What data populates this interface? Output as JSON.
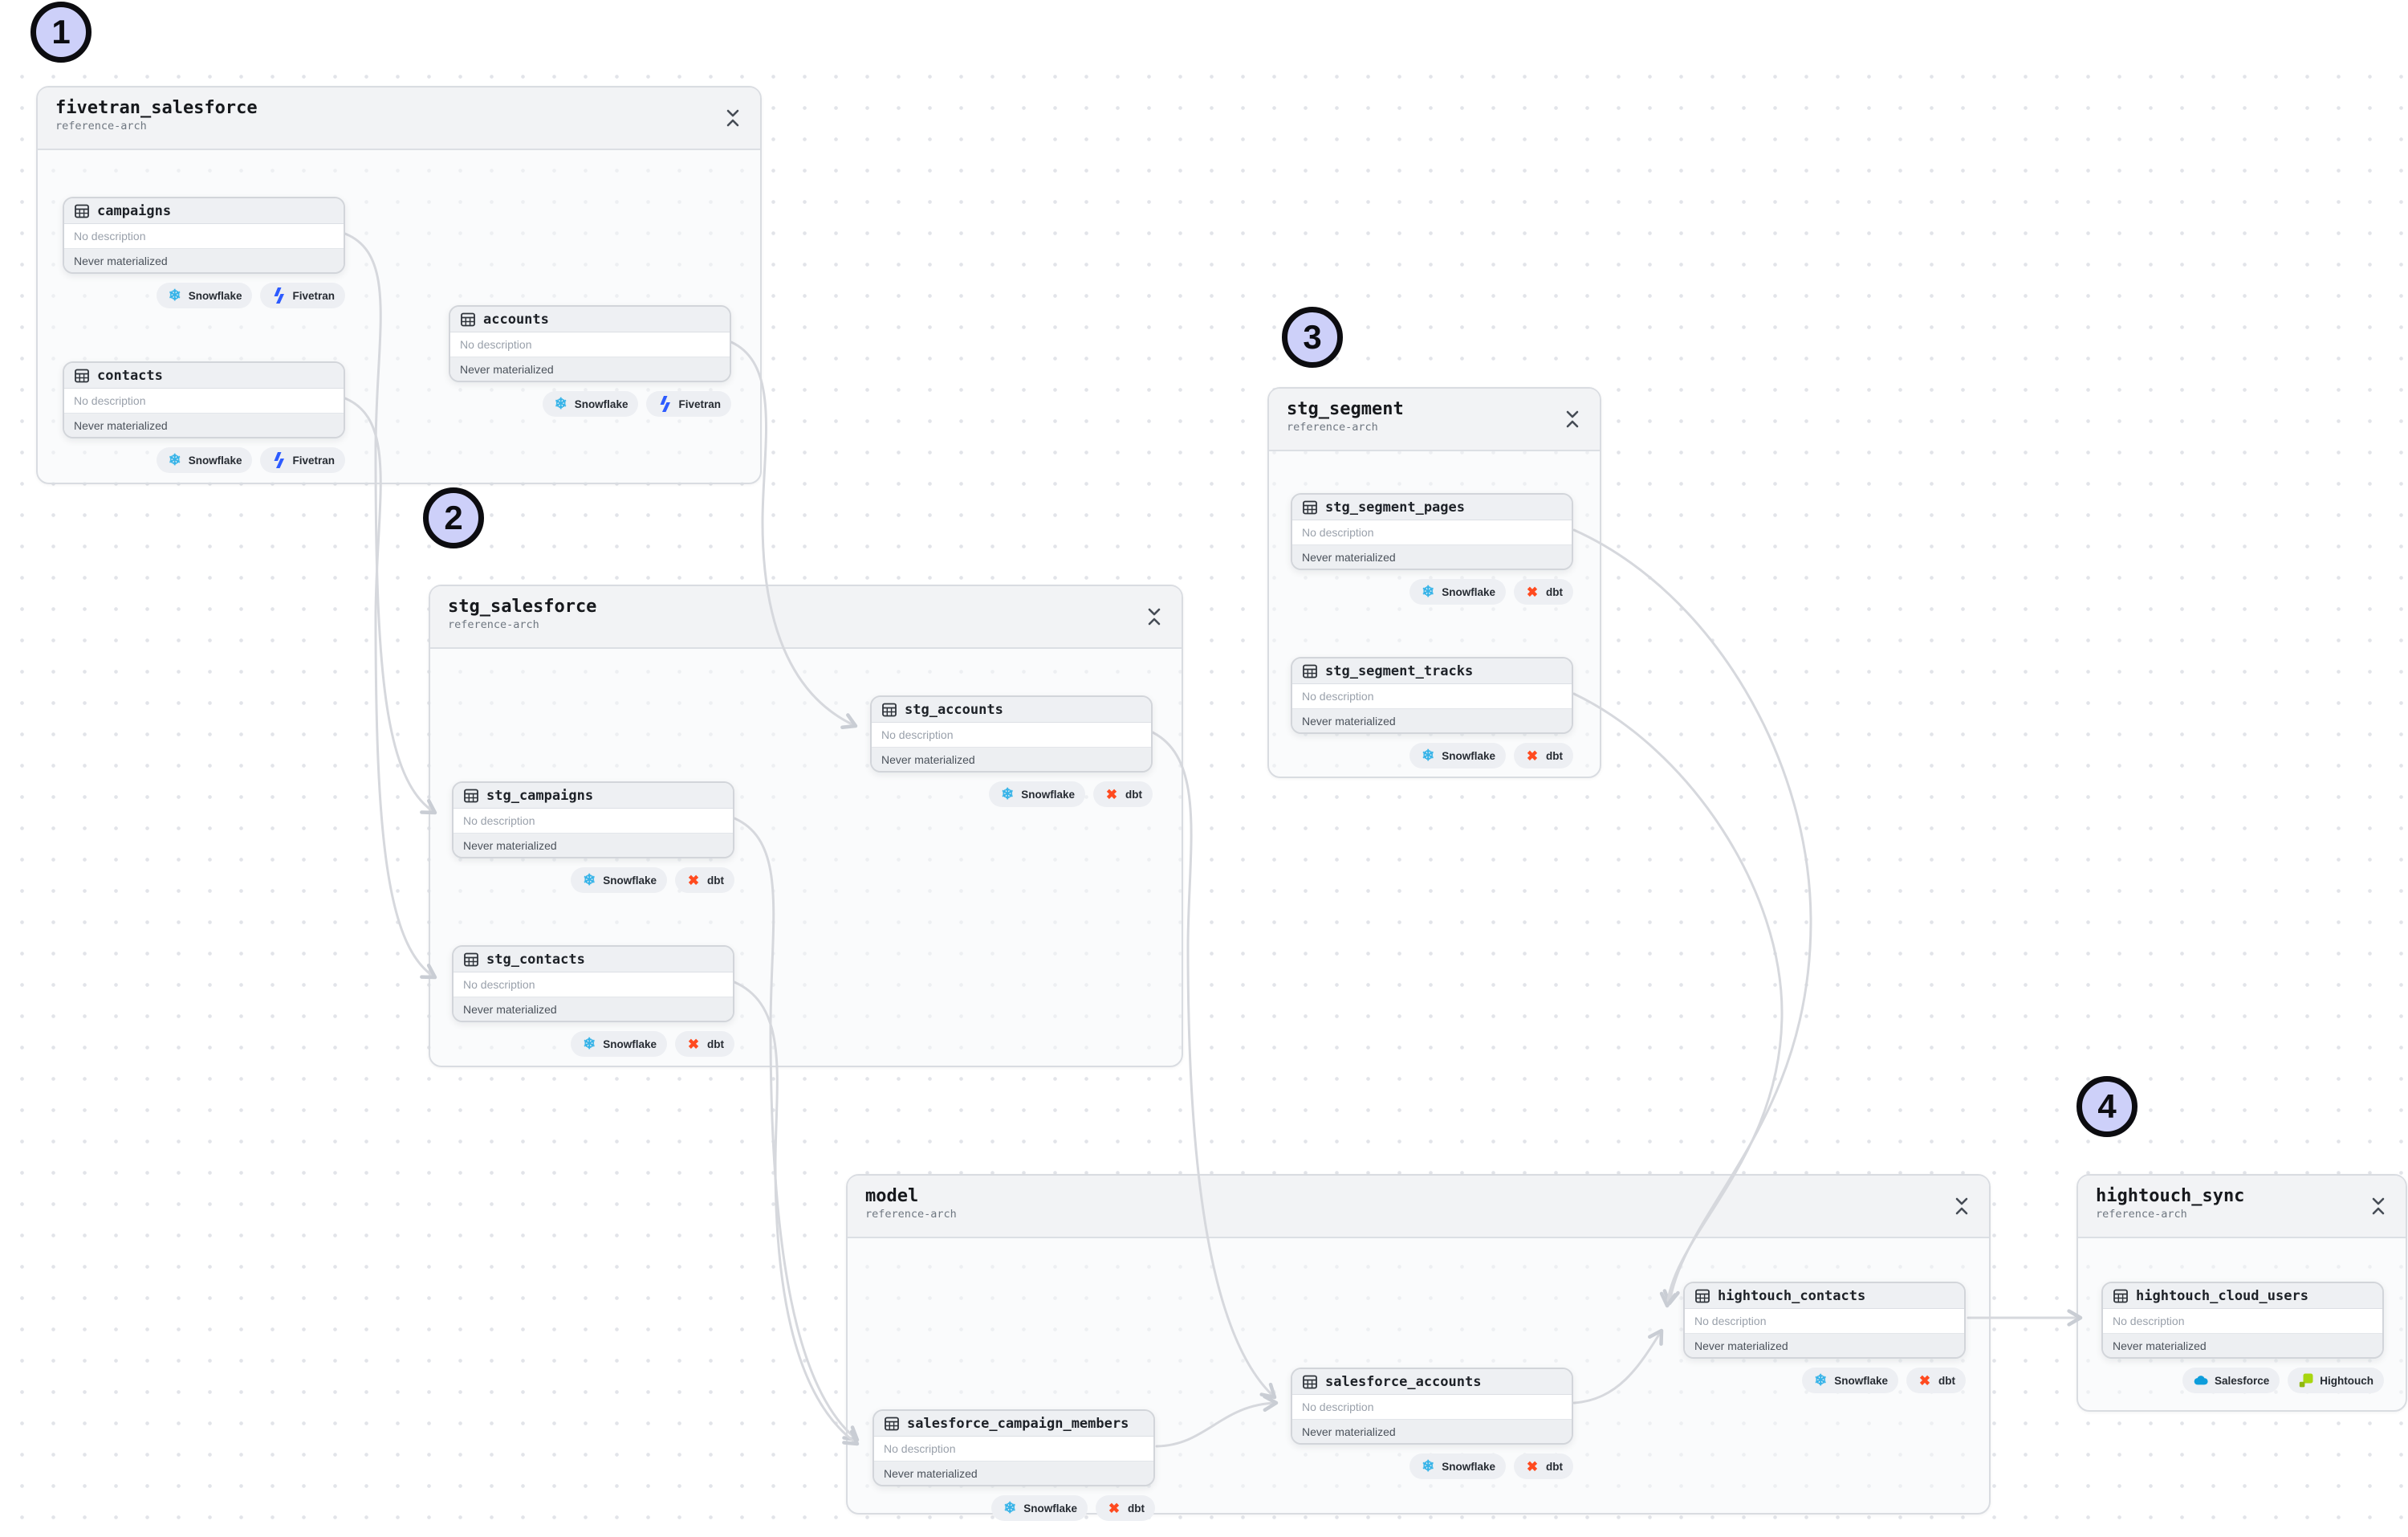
{
  "canvas": {
    "background_dot_color": "#e2e4e9",
    "edge_color": "#d6d8dd",
    "annotation_fill": "#cdd0f9",
    "annotation_border": "#0c0c10"
  },
  "annotations": [
    {
      "label": "1"
    },
    {
      "label": "2"
    },
    {
      "label": "3"
    },
    {
      "label": "4"
    }
  ],
  "groups": [
    {
      "title": "fivetran_salesforce",
      "subtitle": "reference-arch",
      "tables": [
        {
          "name": "campaigns",
          "description": "No description",
          "materialization": "Never materialized",
          "badges": [
            "Snowflake",
            "Fivetran"
          ]
        },
        {
          "name": "contacts",
          "description": "No description",
          "materialization": "Never materialized",
          "badges": [
            "Snowflake",
            "Fivetran"
          ]
        },
        {
          "name": "accounts",
          "description": "No description",
          "materialization": "Never materialized",
          "badges": [
            "Snowflake",
            "Fivetran"
          ]
        }
      ]
    },
    {
      "title": "stg_salesforce",
      "subtitle": "reference-arch",
      "tables": [
        {
          "name": "stg_accounts",
          "description": "No description",
          "materialization": "Never materialized",
          "badges": [
            "Snowflake",
            "dbt"
          ]
        },
        {
          "name": "stg_campaigns",
          "description": "No description",
          "materialization": "Never materialized",
          "badges": [
            "Snowflake",
            "dbt"
          ]
        },
        {
          "name": "stg_contacts",
          "description": "No description",
          "materialization": "Never materialized",
          "badges": [
            "Snowflake",
            "dbt"
          ]
        }
      ]
    },
    {
      "title": "stg_segment",
      "subtitle": "reference-arch",
      "tables": [
        {
          "name": "stg_segment_pages",
          "description": "No description",
          "materialization": "Never materialized",
          "badges": [
            "Snowflake",
            "dbt"
          ]
        },
        {
          "name": "stg_segment_tracks",
          "description": "No description",
          "materialization": "Never materialized",
          "badges": [
            "Snowflake",
            "dbt"
          ]
        }
      ]
    },
    {
      "title": "model",
      "subtitle": "reference-arch",
      "tables": [
        {
          "name": "hightouch_contacts",
          "description": "No description",
          "materialization": "Never materialized",
          "badges": [
            "Snowflake",
            "dbt"
          ]
        },
        {
          "name": "salesforce_accounts",
          "description": "No description",
          "materialization": "Never materialized",
          "badges": [
            "Snowflake",
            "dbt"
          ]
        },
        {
          "name": "salesforce_campaign_members",
          "description": "No description",
          "materialization": "Never materialized",
          "badges": [
            "Snowflake",
            "dbt"
          ]
        }
      ]
    },
    {
      "title": "hightouch_sync",
      "subtitle": "reference-arch",
      "tables": [
        {
          "name": "hightouch_cloud_users",
          "description": "No description",
          "materialization": "Never materialized",
          "badges": [
            "Salesforce",
            "Hightouch"
          ]
        }
      ]
    }
  ],
  "edges": [
    {
      "from": "campaigns",
      "to": "stg_campaigns"
    },
    {
      "from": "contacts",
      "to": "stg_contacts"
    },
    {
      "from": "accounts",
      "to": "stg_accounts"
    },
    {
      "from": "stg_campaigns",
      "to": "salesforce_campaign_members"
    },
    {
      "from": "stg_contacts",
      "to": "salesforce_campaign_members"
    },
    {
      "from": "stg_accounts",
      "to": "salesforce_accounts"
    },
    {
      "from": "salesforce_campaign_members",
      "to": "salesforce_accounts"
    },
    {
      "from": "stg_segment_pages",
      "to": "hightouch_contacts"
    },
    {
      "from": "stg_segment_tracks",
      "to": "hightouch_contacts"
    },
    {
      "from": "salesforce_accounts",
      "to": "hightouch_contacts"
    },
    {
      "from": "hightouch_contacts",
      "to": "hightouch_cloud_users"
    }
  ]
}
